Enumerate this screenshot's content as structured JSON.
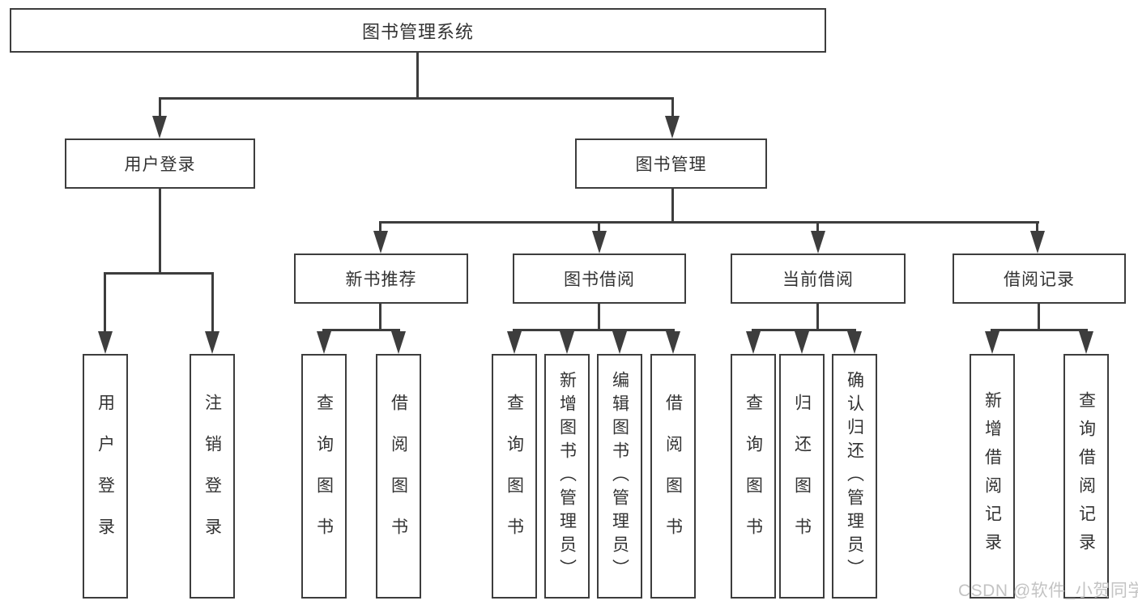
{
  "colors": {
    "line": "#3d3d3d",
    "text": "#333333",
    "watermark": "#c3c3c3",
    "background": "#ffffff"
  },
  "watermark": {
    "text": "CSDN @软件_小贺同学"
  },
  "nodes": {
    "root": {
      "label": "图书管理系统"
    },
    "login": {
      "label": "用户登录"
    },
    "book_mgmt": {
      "label": "图书管理"
    },
    "new_book_rec": {
      "label": "新书推荐"
    },
    "book_borrow": {
      "label": "图书借阅"
    },
    "current_borrow": {
      "label": "当前借阅"
    },
    "borrow_records": {
      "label": "借阅记录"
    },
    "leaf_user_login": {
      "label": "用户登录"
    },
    "leaf_logout": {
      "label": "注销登录"
    },
    "leaf_query_book_1": {
      "label": "查询图书"
    },
    "leaf_borrow_book_1": {
      "label": "借阅图书"
    },
    "leaf_query_book_2": {
      "label": "查询图书"
    },
    "leaf_add_book": {
      "label": "新增图书（管理员）"
    },
    "leaf_edit_book": {
      "label": "编辑图书（管理员）"
    },
    "leaf_borrow_book_2": {
      "label": "借阅图书"
    },
    "leaf_query_book_3": {
      "label": "查询图书"
    },
    "leaf_return_book": {
      "label": "归还图书"
    },
    "leaf_confirm_return": {
      "label": "确认归还（管理员）"
    },
    "leaf_add_record": {
      "label": "新增借阅记录"
    },
    "leaf_query_record": {
      "label": "查询借阅记录"
    }
  }
}
